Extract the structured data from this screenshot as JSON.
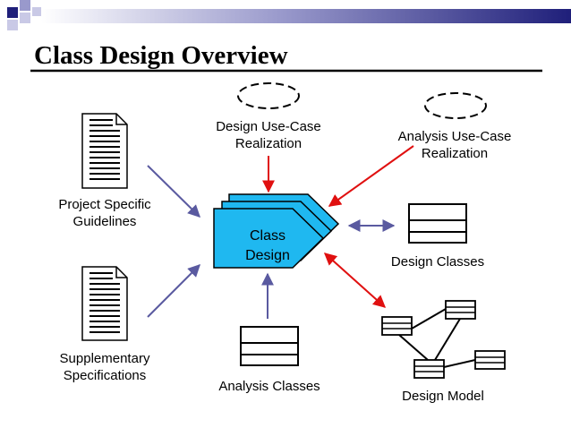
{
  "slide": {
    "title": "Class Design Overview"
  },
  "diagram": {
    "center": {
      "line1": "Class",
      "line2": "Design"
    },
    "inputs": {
      "design_use_case": {
        "line1": "Design Use-Case",
        "line2": "Realization"
      },
      "analysis_use_case": {
        "line1": "Analysis Use-Case",
        "line2": "Realization"
      },
      "project_guidelines": {
        "line1": "Project Specific",
        "line2": "Guidelines"
      },
      "supplementary_specs": {
        "line1": "Supplementary",
        "line2": "Specifications"
      },
      "analysis_classes": {
        "label": "Analysis Classes"
      }
    },
    "outputs": {
      "design_classes": {
        "label": "Design Classes"
      },
      "design_model": {
        "label": "Design Model"
      }
    }
  },
  "colors": {
    "title_bar": "#1f1f7a",
    "artifact_fill": "#1fb8f0",
    "artifact_stroke": "#000000",
    "flow_arrow_blue": "#5a5aa0",
    "flow_arrow_red": "#e01010"
  },
  "icons": {
    "document": "document-icon",
    "use_case_realization": "dashed-ellipse-icon",
    "class_box": "class-box-icon"
  }
}
